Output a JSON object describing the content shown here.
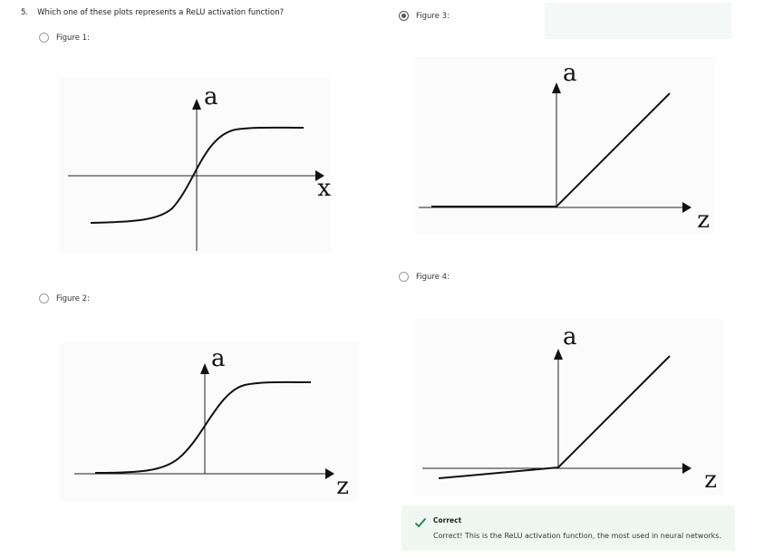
{
  "question": {
    "number": "5.",
    "text": "Which one of these plots represents a ReLU activation function?"
  },
  "options": [
    {
      "label": "Figure 1:",
      "selected": false,
      "plot": {
        "type": "sigmoid-centered",
        "y_label": "a",
        "x_label": "x"
      }
    },
    {
      "label": "Figure 2:",
      "selected": false,
      "plot": {
        "type": "sigmoid",
        "y_label": "a",
        "x_label": "z"
      }
    },
    {
      "label": "Figure 3:",
      "selected": true,
      "plot": {
        "type": "relu",
        "y_label": "a",
        "x_label": "z"
      }
    },
    {
      "label": "Figure 4:",
      "selected": false,
      "plot": {
        "type": "leaky-relu",
        "y_label": "a",
        "x_label": "z"
      }
    }
  ],
  "feedback": {
    "status": "Correct",
    "message": "Correct! This is the ReLU activation function, the most used in neural networks.",
    "icon": "checkmark-icon",
    "color": "#1e8449"
  },
  "colors": {
    "feedback_bg": "#f0f7f2",
    "radio_checked": "#555555"
  }
}
